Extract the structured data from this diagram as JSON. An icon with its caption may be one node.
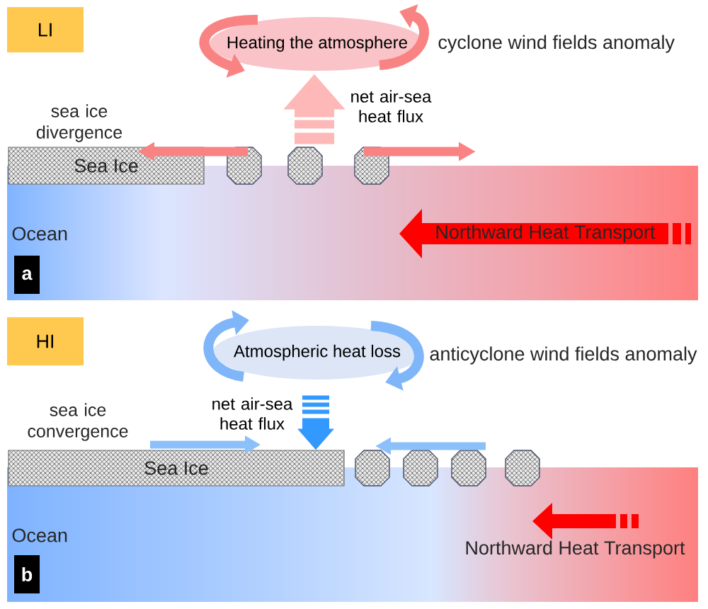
{
  "diagram": {
    "nodes": [
      {
        "text": [
          "LI"
        ]
      },
      {
        "text": [
          "Heating the atmosphere"
        ],
        "beside": [
          "cyclone wind fields anomaly"
        ]
      },
      {
        "text": [
          "Sea Ice"
        ]
      },
      {
        "text": [],
        "shape": "octagon"
      },
      {
        "text": [],
        "shape": "octagon"
      },
      {
        "text": [],
        "shape": "octagon"
      },
      {
        "text": [
          "Ocean"
        ]
      },
      {
        "text": [
          "Northward Heat Transport"
        ],
        "in": 6
      },
      {
        "text": [
          "a"
        ],
        "in": 6
      },
      {
        "text": [
          "HI"
        ]
      },
      {
        "text": [
          "Atmospheric heat loss"
        ],
        "beside": [
          "anticyclone wind fields anomaly"
        ]
      },
      {
        "text": [
          "Sea Ice"
        ]
      },
      {
        "text": [],
        "shape": "octagon"
      },
      {
        "text": [],
        "shape": "octagon"
      },
      {
        "text": [],
        "shape": "octagon"
      },
      {
        "text": [],
        "shape": "octagon"
      },
      {
        "text": [
          "Ocean"
        ]
      },
      {
        "text": [
          "b"
        ],
        "in": 16
      }
    ],
    "edges": [
      {
        "from": 4,
        "to": 1,
        "arrow": "to",
        "label": "net air-sea heat flux",
        "style": "thick",
        "color": "#ffb8b8"
      },
      {
        "from": 10,
        "to": 11,
        "arrow": "to",
        "label": "net air-sea heat flux",
        "style": "thick",
        "color": "#3399ff"
      },
      {
        "from": 3,
        "to": 2,
        "arrow": "to",
        "color": "#f98383"
      },
      {
        "from": 5,
        "to": 6,
        "arrow": "to",
        "color": "#f98383"
      },
      {
        "from": 14,
        "to": 12,
        "arrow": "to",
        "color": "#8cc0fa"
      }
    ],
    "labels": [
      "sea ice divergence",
      "sea ice convergence",
      "Northward Heat Transport"
    ]
  }
}
